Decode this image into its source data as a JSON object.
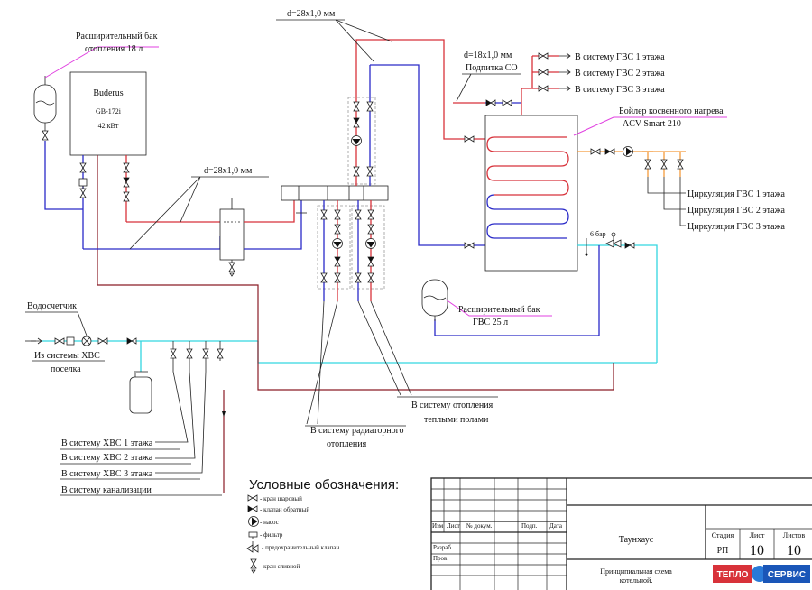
{
  "colors": {
    "supply": "#d8323a",
    "return": "#2a2ac8",
    "cold_water": "#33d6e0",
    "sewer": "#8a1c26",
    "dhw_circulation": "#f39a3c",
    "callout": "#e040e0"
  },
  "labels": {
    "exp_tank_heating_1": "Расширительный бак",
    "exp_tank_heating_2": "отопления 18 л",
    "boiler_brand": "Buderus",
    "boiler_model": "GB-172i",
    "boiler_power": "42 кВт",
    "pipe_28_top": "d=28х1,0 мм",
    "pipe_28_mid": "d=28х1,0 мм",
    "pipe_18": "d=18х1,0 мм",
    "feed_co": "Подпитка СО",
    "gvs1": "В систему ГВС 1 этажа",
    "gvs2": "В систему ГВС 2 этажа",
    "gvs3": "В систему ГВС 3 этажа",
    "dhw_boiler_1": "Бойлер косвенного нагрева",
    "dhw_boiler_2": "ACV Smart 210",
    "circ1": "Циркуляция ГВС 1 этажа",
    "circ2": "Циркуляция ГВС 2 этажа",
    "circ3": "Циркуляция ГВС 3 этажа",
    "bar6": "6 бар",
    "exp_tank_dhw_1": "Расширительный бак",
    "exp_tank_dhw_2": "ГВС 25 л",
    "meter": "Водосчетчик",
    "from_hvs_1": "Из системы ХВС",
    "from_hvs_2": "поселка",
    "floor_heat_1": "В систему отопления",
    "floor_heat_2": "теплыми полами",
    "radiator_1": "В систему радиаторного",
    "radiator_2": "отопления",
    "hvs1": "В систему ХВС 1 этажа",
    "hvs2": "В систему ХВС 2 этажа",
    "hvs3": "В систему ХВС 3 этажа",
    "sewer": "В систему канализации"
  },
  "legend": {
    "title": "Условные обозначения:",
    "items": [
      {
        "icon": "ball-valve-icon",
        "text": "- кран шаровый"
      },
      {
        "icon": "check-valve-icon",
        "text": "- клапан обратный"
      },
      {
        "icon": "pump-icon",
        "text": "- насос"
      },
      {
        "icon": "filter-icon",
        "text": "- фильтр"
      },
      {
        "icon": "safety-valve-icon",
        "text": "- предохранительный клапан"
      },
      {
        "icon": "drain-valve-icon",
        "text": "- кран сливной"
      }
    ]
  },
  "title_block": {
    "col_izm": "Изм",
    "col_list": "Лист",
    "col_doc": "№ докум.",
    "col_podp": "Подп.",
    "col_data": "Дата",
    "razrab": "Разраб.",
    "prov": "Пров.",
    "project": "Таунхаус",
    "drawing_1": "Принципиальная схема",
    "drawing_2": "котельной.",
    "h_stadia": "Стадия",
    "h_list": "Лист",
    "h_listov": "Листов",
    "stadia": "РП",
    "sheet": "10",
    "sheets": "10",
    "logo_1": "ТЕПЛО",
    "logo_2": "СЕРВИС"
  }
}
